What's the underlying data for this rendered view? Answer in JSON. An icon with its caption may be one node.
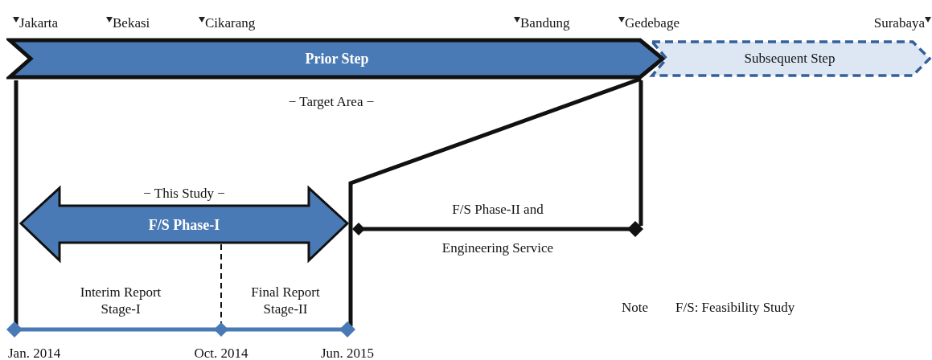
{
  "diagram": {
    "nodes": [
      {
        "text": [
          "Prior Step"
        ]
      },
      {
        "text": [
          "Subsequent Step"
        ]
      },
      {
        "text": [
          "− This Study −",
          "F/S Phase-I"
        ]
      },
      {
        "text": [
          "F/S Phase-II and",
          "Engineering Service"
        ]
      }
    ],
    "labels": [
      "Jakarta",
      "Bekasi",
      "Cikarang",
      "Bandung",
      "Gedebage",
      "Surabaya",
      "− Target Area −",
      "Interim Report Stage-I",
      "Final Report Stage-II",
      "Note",
      "F/S: Feasibility Study",
      "Jan. 2014",
      "Oct. 2014",
      "Jun. 2015"
    ]
  }
}
